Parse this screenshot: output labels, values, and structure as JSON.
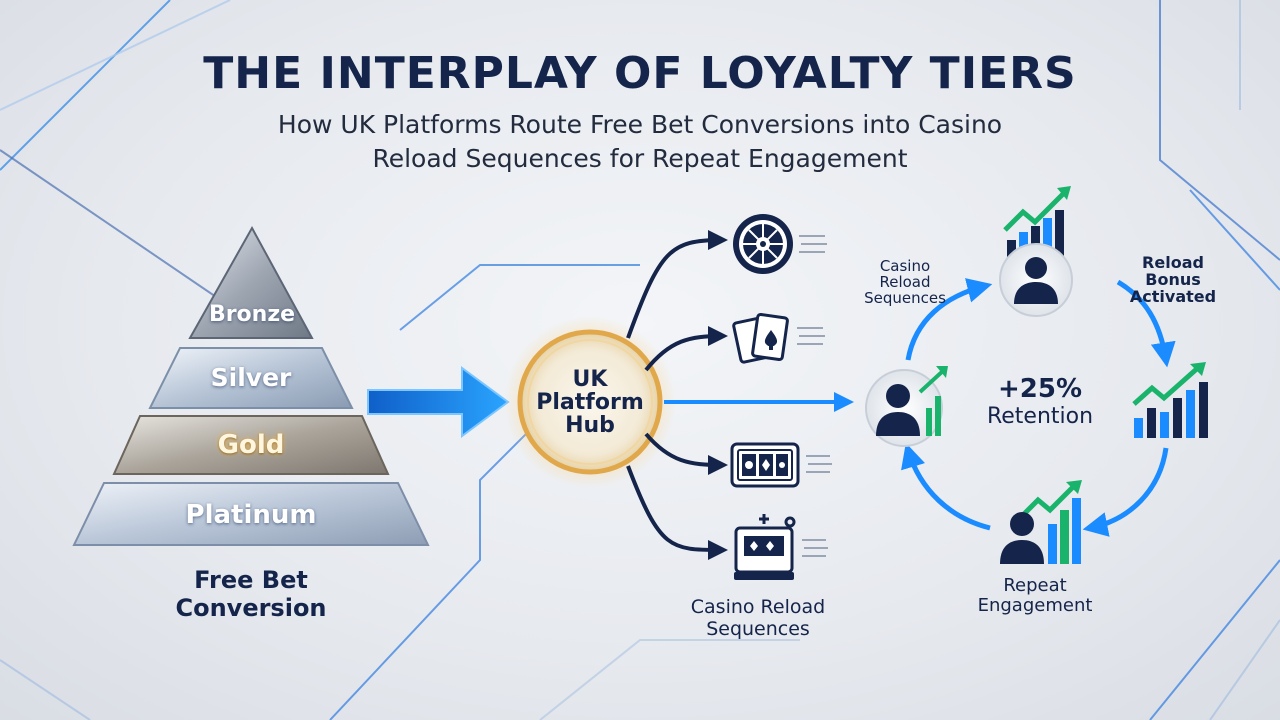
{
  "header": {
    "title": "THE INTERPLAY OF LOYALTY TIERS",
    "subtitle_line1": "How UK Platforms Route Free Bet Conversions into Casino",
    "subtitle_line2": "Reload Sequences for Repeat Engagement"
  },
  "pyramid": {
    "tiers": [
      "Bronze",
      "Silver",
      "Gold",
      "Platinum"
    ],
    "caption_line1": "Free Bet",
    "caption_line2": "Conversion"
  },
  "hub": {
    "line1": "UK",
    "line2": "Platform",
    "line3": "Hub"
  },
  "games": {
    "items": [
      "roulette-wheel-icon",
      "playing-cards-icon",
      "card-table-icon",
      "slot-machine-icon"
    ],
    "caption_line1": "Casino Reload",
    "caption_line2": "Sequences"
  },
  "cycle": {
    "stat_value": "+25%",
    "stat_label": "Retention",
    "top_left_line1": "Casino",
    "top_left_line2": "Reload",
    "top_left_line3": "Sequences",
    "top_right_line1": "Reload",
    "top_right_line2": "Bonus",
    "top_right_line3": "Activated",
    "bottom_line1": "Repeat",
    "bottom_line2": "Engagement"
  },
  "colors": {
    "navy": "#14244a",
    "accent_blue": "#1a8cff",
    "growth_green": "#19b36b",
    "hub_gold": "#e0a84a"
  }
}
